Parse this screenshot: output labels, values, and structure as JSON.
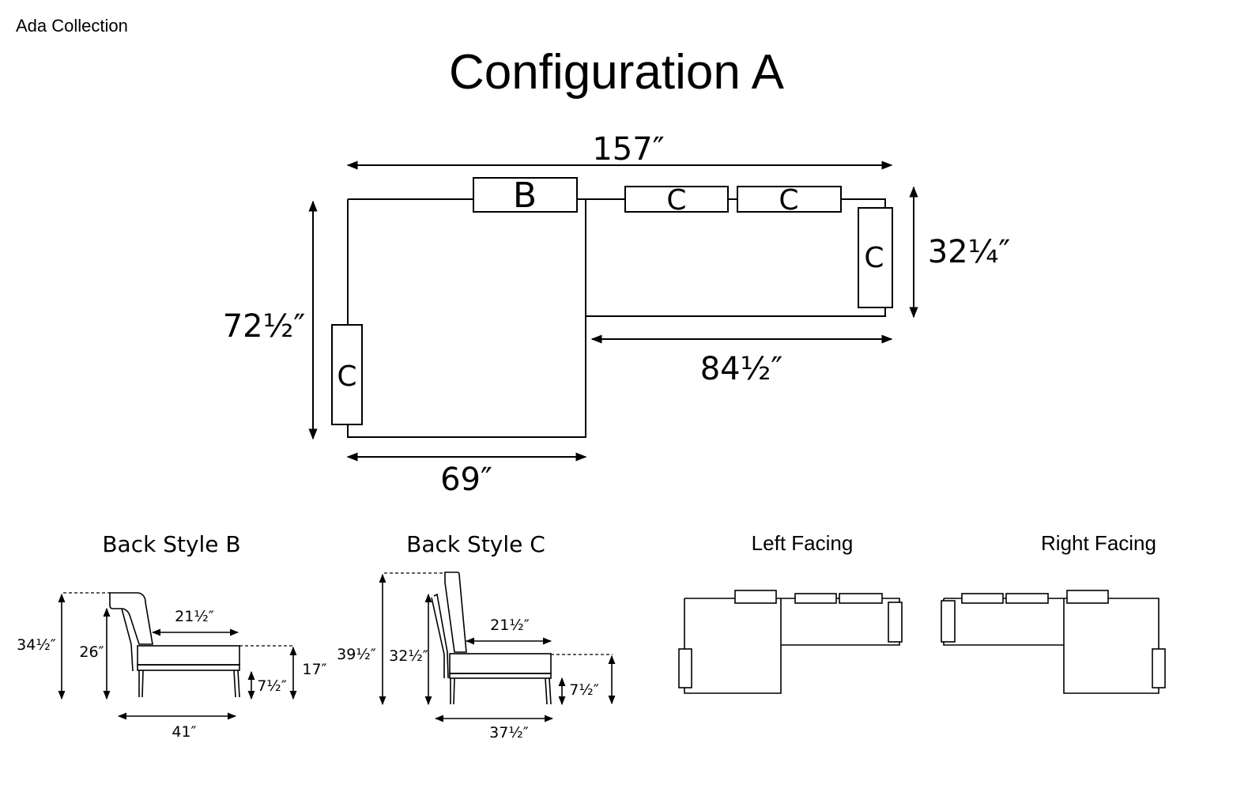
{
  "brand": "Ada Collection",
  "title": "Configuration A",
  "main_plan": {
    "dim_top": "157″",
    "dim_left": "72½″",
    "dim_right": "32¼″",
    "dim_middle": "84½″",
    "dim_bottom": "69″",
    "backs": [
      "B",
      "C",
      "C",
      "C",
      "C"
    ]
  },
  "back_style_b": {
    "heading": "Back Style B",
    "overall_height": "34½″",
    "back_height": "26″",
    "seat_depth": "21½″",
    "seat_height": "17″",
    "leg_height": "7½″",
    "overall_depth": "41″"
  },
  "back_style_c": {
    "heading": "Back Style C",
    "overall_height": "39½″",
    "back_height": "32½″",
    "seat_depth": "21½″",
    "leg_height": "7½″",
    "overall_depth": "37½″"
  },
  "orientations": {
    "left_label": "Left Facing",
    "right_label": "Right Facing"
  }
}
